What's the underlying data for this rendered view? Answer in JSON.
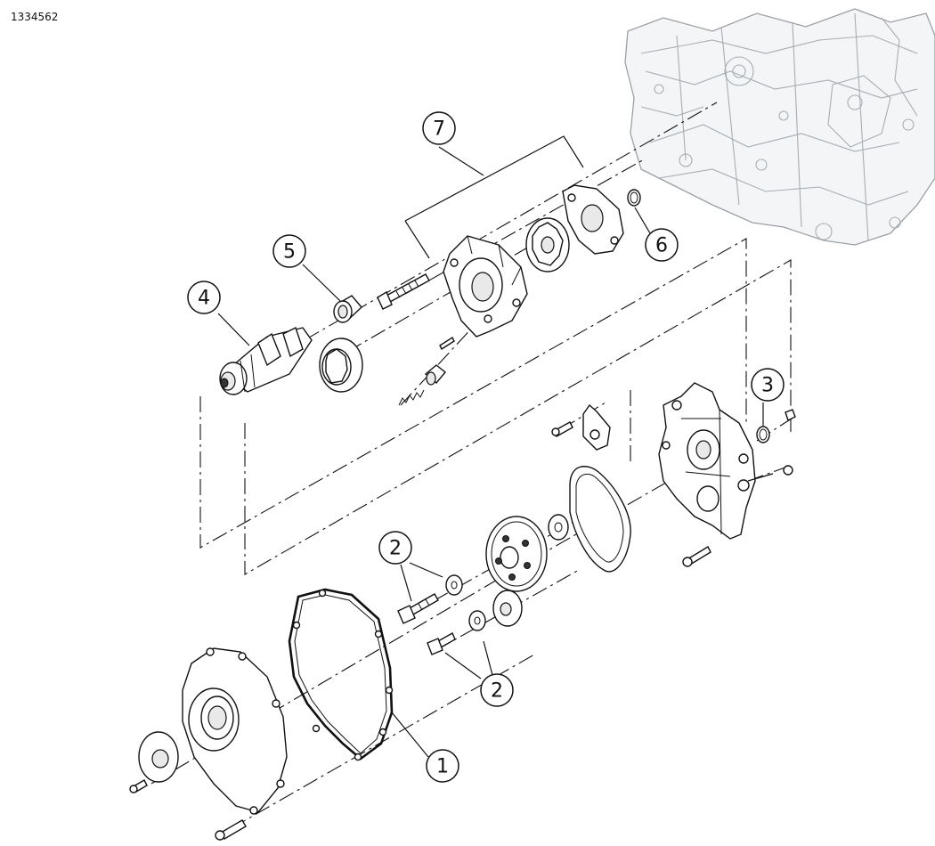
{
  "diagram_id": "1334562",
  "callouts": [
    "1",
    "2",
    "2",
    "3",
    "4",
    "5",
    "6",
    "7"
  ]
}
